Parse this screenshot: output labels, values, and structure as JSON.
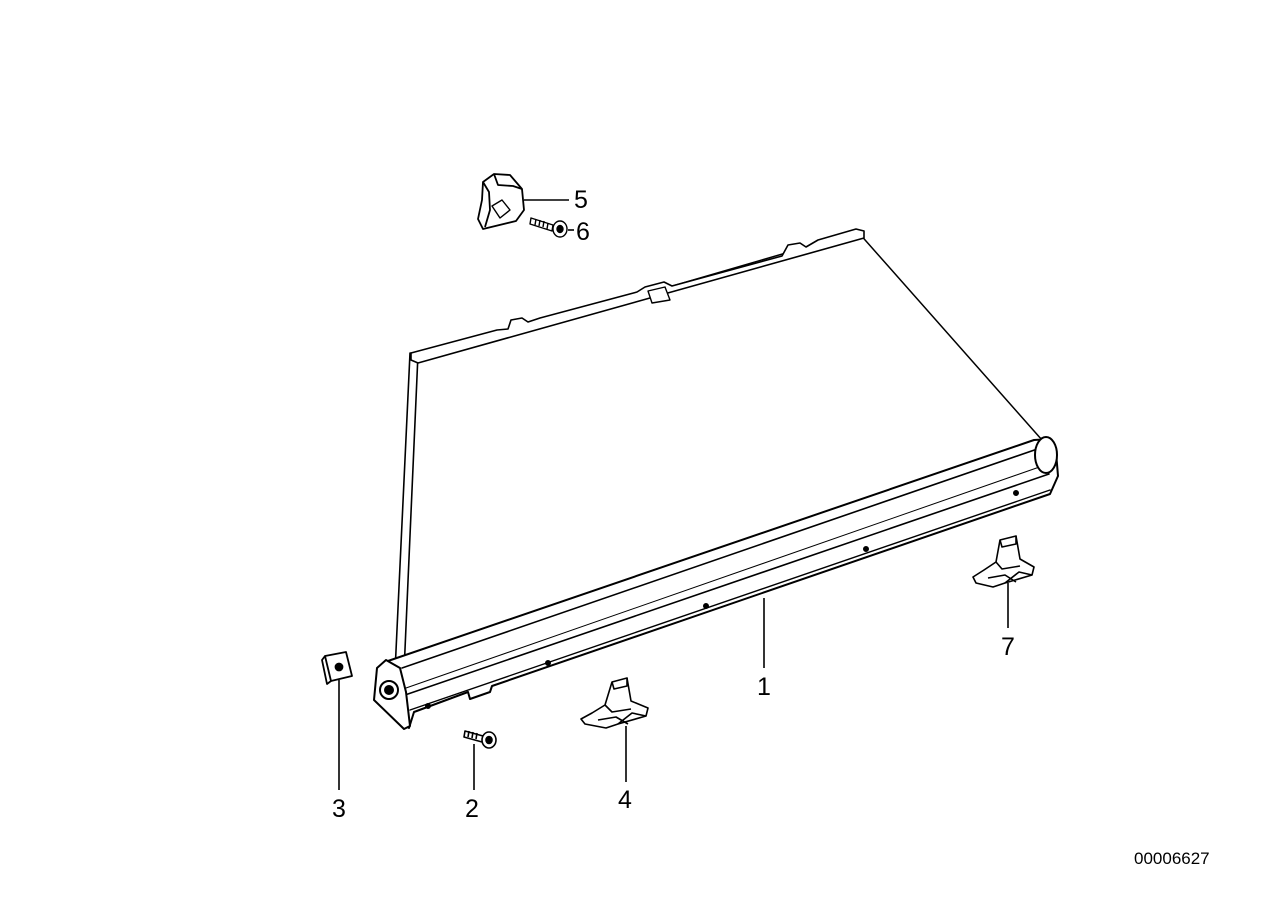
{
  "diagram": {
    "callouts": {
      "c1": "1",
      "c2": "2",
      "c3": "3",
      "c4": "4",
      "c5": "5",
      "c6": "6",
      "c7": "7"
    },
    "reference_number": "00006627",
    "line_color": "#000000",
    "fill_color": "#ffffff"
  }
}
